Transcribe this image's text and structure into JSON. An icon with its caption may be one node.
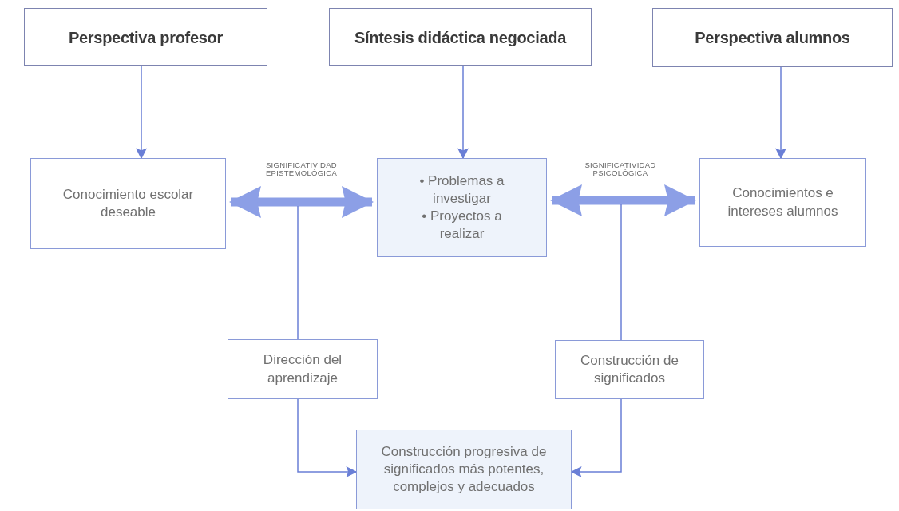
{
  "diagram": {
    "nodes": [
      {
        "text": [
          "Perspectiva profesor"
        ]
      },
      {
        "text": [
          "Síntesis didáctica negociada"
        ]
      },
      {
        "text": [
          "Perspectiva alumnos"
        ]
      },
      {
        "text": [
          "Conocimiento escolar deseable"
        ]
      },
      {
        "text": [
          "• Problemas a investigar",
          "• Proyectos a realizar"
        ]
      },
      {
        "text": [
          "Conocimientos e intereses alumnos"
        ]
      },
      {
        "text": [
          "Dirección del aprendizaje"
        ]
      },
      {
        "text": [
          "Construcción de significados"
        ]
      },
      {
        "text": [
          "Construcción progresiva de significados más potentes, complejos y adecuados"
        ]
      }
    ],
    "edges": [
      {
        "from": 0,
        "to": 3,
        "arrow": "to"
      },
      {
        "from": 1,
        "to": 4,
        "arrow": "to"
      },
      {
        "from": 2,
        "to": 5,
        "arrow": "to"
      },
      {
        "from": 3,
        "to": 4,
        "arrow": "both",
        "style": "thick",
        "label": "SIGNIFICATIVIDAD EPISTEMOLÓGICA"
      },
      {
        "from": 4,
        "to": 5,
        "arrow": "both",
        "style": "thick",
        "label": "SIGNIFICATIVIDAD PSICOLÓGICA"
      },
      {
        "from": null,
        "to": 6,
        "arrow": "none"
      },
      {
        "from": null,
        "to": 7,
        "arrow": "none"
      },
      {
        "from": 6,
        "to": 8,
        "arrow": "to"
      },
      {
        "from": 7,
        "to": 8,
        "arrow": "to"
      }
    ]
  }
}
